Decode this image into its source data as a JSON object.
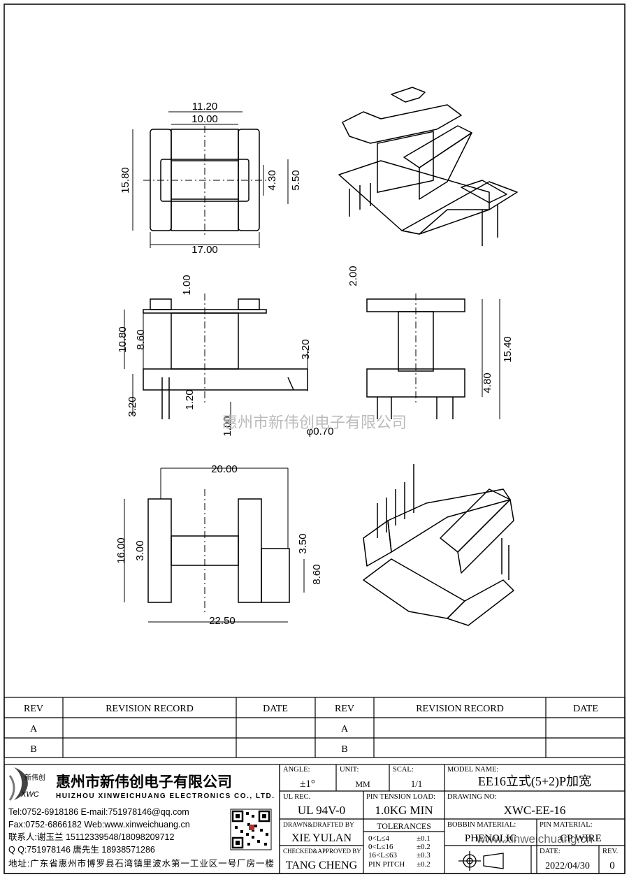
{
  "drawing": {
    "top_view_dims": {
      "w_outer": "11.20",
      "w_inner": "10.00",
      "height": "15.80",
      "slot_a": "4.30",
      "slot_b": "5.50",
      "width_total": "17.00"
    },
    "side_view_dims": {
      "flange": "1.00",
      "h_total": "10.80",
      "h_body": "8.60",
      "base": "3.20",
      "pin_len": "3.20",
      "pin_off": "1.20",
      "pin_step": "1.00",
      "pin_dia": "φ0.70"
    },
    "front_view_dims": {
      "top": "2.00",
      "height": "15.40",
      "base": "4.80"
    },
    "bottom_view_dims": {
      "width": "20.00",
      "height": "16.00",
      "pitch_left": "3.00",
      "pitch_right": "3.50",
      "span_right": "8.60",
      "width_total": "22.50"
    },
    "watermark": "惠州市新伟创电子有限公司",
    "watermark_url": "www.xinweichuang.cn"
  },
  "revision_table": {
    "headers": [
      "REV",
      "REVISION RECORD",
      "DATE",
      "REV",
      "REVISION RECORD",
      "DATE"
    ],
    "rows": [
      [
        "A",
        "",
        "",
        "A",
        "",
        ""
      ],
      [
        "B",
        "",
        "",
        "B",
        "",
        ""
      ]
    ]
  },
  "company": {
    "logo_text": "新伟创",
    "logo_abbr": "XWC",
    "name_cn": "惠州市新伟创电子有限公司",
    "name_en": "HUIZHOU XINWEICHUANG ELECTRONICS CO., LTD.",
    "tel_line": "Tel:0752-6918186 E-mail:751978146@qq.com",
    "fax_line": "Fax:0752-6866182 Web:www.xinweichuang.cn",
    "contact_line": "联系人:谢玉兰 15112339548/18098209712",
    "qq_line": "Q Q:751978146    唐先生 18938571286",
    "address_line": "地址:广东省惠州市博罗县石湾镇里波水第一工业区一号厂房一楼"
  },
  "title_block": {
    "angle_label": "ANGLE:",
    "angle_value": "±1°",
    "unit_label": "UNIT:",
    "unit_value": "MM",
    "scale_label": "SCAL:",
    "scale_value": "1/1",
    "model_label": "MODEL NAME:",
    "model_value": "EE16立式(5+2)P加宽",
    "ul_label": "UL REC.",
    "ul_value": "UL 94V-0",
    "pin_tension_label": "PIN TENSION LOAD:",
    "pin_tension_value": "1.0KG MIN",
    "drawing_no_label": "DRAWING NO:",
    "drawing_no_value": "XWC-EE-16",
    "drawn_label": "DRAWN&DRAFTED BY",
    "drawn_value": "XIE YULAN",
    "tolerances_label": "TOLERANCES",
    "tolerances": [
      [
        "0<L≤4",
        "±0.1"
      ],
      [
        "0<L≤16",
        "±0.2"
      ],
      [
        "16<L≤63",
        "±0.3"
      ],
      [
        "PIN PITCH",
        "±0.2"
      ]
    ],
    "bobbin_material_label": "BOBBIN MATERIAL:",
    "bobbin_material_value": "PHENOLIC",
    "pin_material_label": "PIN MATERIAL:",
    "pin_material_value": "CP WIRE",
    "checked_label": "CHECKED&APPROVED BY",
    "checked_value": "TANG CHENG",
    "date_label": "DATE:",
    "date_value": "2022/04/30",
    "rev_label": "REV.",
    "rev_value": "0"
  }
}
